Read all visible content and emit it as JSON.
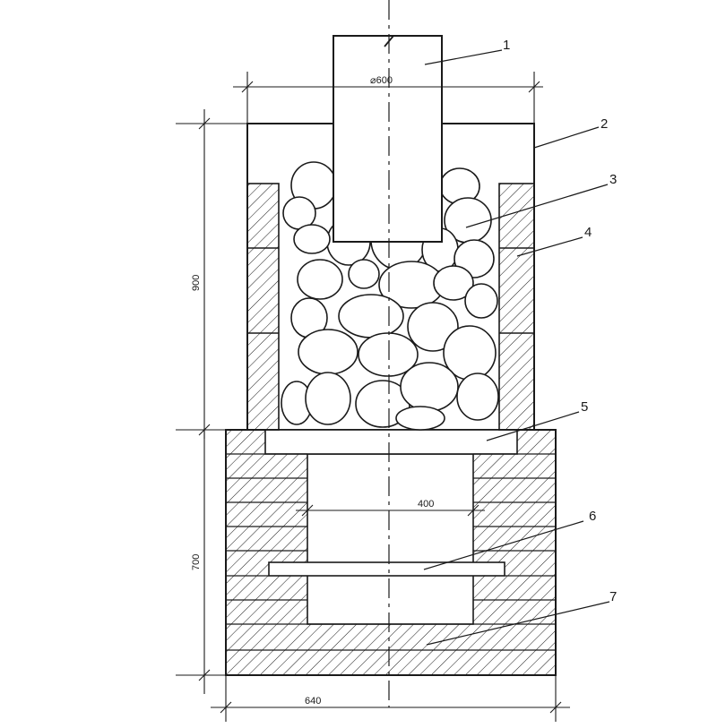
{
  "dimensions": {
    "chimney_diameter": "⌀600",
    "stone_section_height": "900",
    "base_height": "700",
    "firebox_width": "400",
    "base_width": "640"
  },
  "callouts": [
    "1",
    "2",
    "3",
    "4",
    "5",
    "6",
    "7"
  ],
  "colors": {
    "line": "#1a1a1a",
    "hatch": "#1a1a1a",
    "paper": "#ffffff"
  }
}
